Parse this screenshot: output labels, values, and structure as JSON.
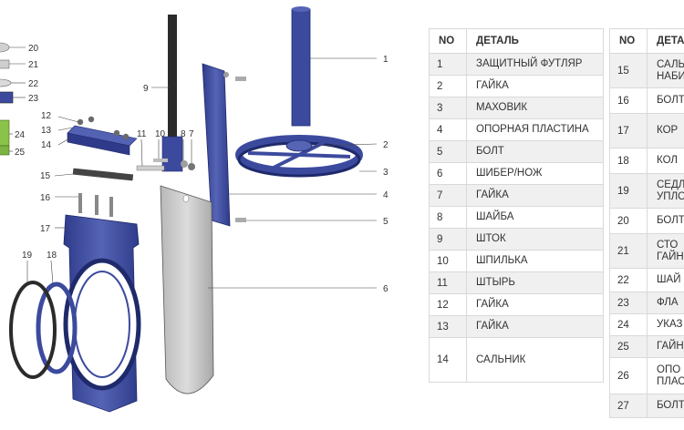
{
  "diagram": {
    "callouts": [
      "20",
      "21",
      "22",
      "23",
      "24",
      "25",
      "12",
      "13",
      "14",
      "15",
      "16",
      "17",
      "19",
      "18",
      "9",
      "11",
      "10",
      "8",
      "7",
      "1",
      "2",
      "3",
      "4",
      "5",
      "6"
    ]
  },
  "colors": {
    "part_blue": "#3c4a9e",
    "part_blue_light": "#5a67b8",
    "plate_gray": "#c9c9c9",
    "green": "#7cb342"
  },
  "table": {
    "headers": {
      "no": "NO",
      "name": "ДЕТАЛЬ"
    },
    "left": [
      {
        "no": "1",
        "name": "ЗАЩИТНЫЙ ФУТЛЯР"
      },
      {
        "no": "2",
        "name": "ГАЙКА"
      },
      {
        "no": "3",
        "name": "МАХОВИК"
      },
      {
        "no": "4",
        "name": "ОПОРНАЯ ПЛАСТИНА"
      },
      {
        "no": "5",
        "name": "БОЛТ"
      },
      {
        "no": "6",
        "name": "ШИБЕР/НОЖ"
      },
      {
        "no": "7",
        "name": "ГАЙКА"
      },
      {
        "no": "8",
        "name": "ШАЙБА"
      },
      {
        "no": "9",
        "name": "ШТОК"
      },
      {
        "no": "10",
        "name": "ШПИЛЬКА"
      },
      {
        "no": "11",
        "name": "ШТЫРЬ"
      },
      {
        "no": "12",
        "name": "ГАЙКА"
      },
      {
        "no": "13",
        "name": "ГАЙКА"
      },
      {
        "no": "14",
        "name": "САЛЬНИК"
      }
    ],
    "right": [
      {
        "no": "15",
        "name1": "САЛЬ",
        "name2": "НАБИ"
      },
      {
        "no": "16",
        "name1": "БОЛТ",
        "name2": ""
      },
      {
        "no": "17",
        "name1": "КОР",
        "name2": ""
      },
      {
        "no": "18",
        "name1": "КОЛ",
        "name2": ""
      },
      {
        "no": "19",
        "name1": "СЕДЛ",
        "name2": "УПЛО"
      },
      {
        "no": "20",
        "name1": "БОЛТ",
        "name2": ""
      },
      {
        "no": "21",
        "name1": "СТО",
        "name2": "ГАЙН"
      },
      {
        "no": "22",
        "name1": "ШАЙ",
        "name2": ""
      },
      {
        "no": "23",
        "name1": "ФЛА",
        "name2": ""
      },
      {
        "no": "24",
        "name1": "УКАЗ",
        "name2": ""
      },
      {
        "no": "25",
        "name1": "ГАЙН",
        "name2": ""
      },
      {
        "no": "26",
        "name1": "ОПО",
        "name2": "ПЛАС"
      },
      {
        "no": "27",
        "name1": "БОЛТ",
        "name2": ""
      }
    ]
  }
}
